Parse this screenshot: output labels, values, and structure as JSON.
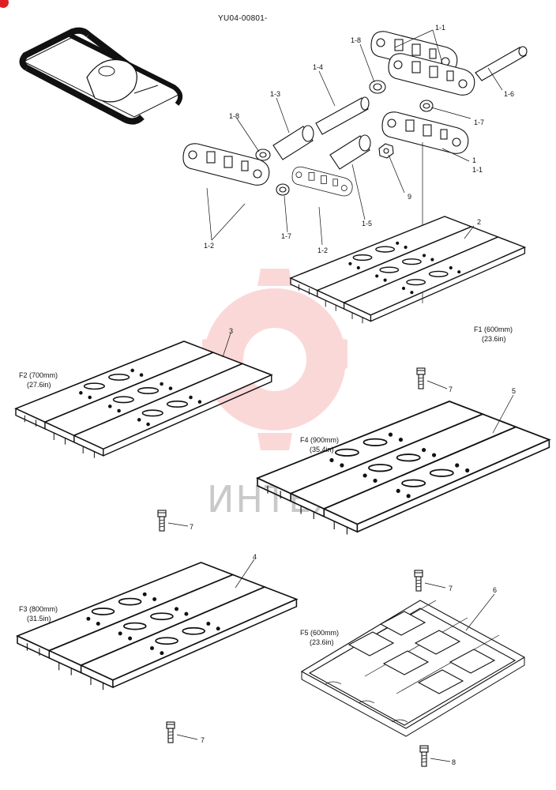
{
  "drawing_code": "YU04-00801-",
  "watermark": {
    "text": "ИНТЕХ",
    "color": "#f05050"
  },
  "assembly_icon": "undercarriage-track-assembly-icon",
  "callouts": {
    "c1_1": "1-1",
    "c1_8_top": "1-8",
    "c1_4": "1-4",
    "c1_3": "1-3",
    "c1_8_left": "1-8",
    "c1_6": "1-6",
    "c1_7_right": "1-7",
    "c1": "1",
    "c1_1_lower": "1-1",
    "c9": "9",
    "c1_5": "1-5",
    "c1_7_left": "1-7",
    "c1_2_left": "1-2",
    "c1_2_mid": "1-2",
    "c2": "2",
    "c3": "3",
    "c4": "4",
    "c5": "5",
    "c6": "6",
    "bolt_f1": "7",
    "bolt_f2": "7",
    "bolt_f4": "7",
    "bolt_f3": "7",
    "bolt_f5": "8"
  },
  "shoes": {
    "f1": {
      "name": "F1 (600mm)",
      "inch": "(23.6in)"
    },
    "f2": {
      "name": "F2 (700mm)",
      "inch": "(27.6in)"
    },
    "f3": {
      "name": "F3 (800mm)",
      "inch": "(31.5in)"
    },
    "f4": {
      "name": "F4 (900mm)",
      "inch": "(35.4in)"
    },
    "f5": {
      "name": "F5 (600mm)",
      "inch": "(23.6in)"
    }
  }
}
